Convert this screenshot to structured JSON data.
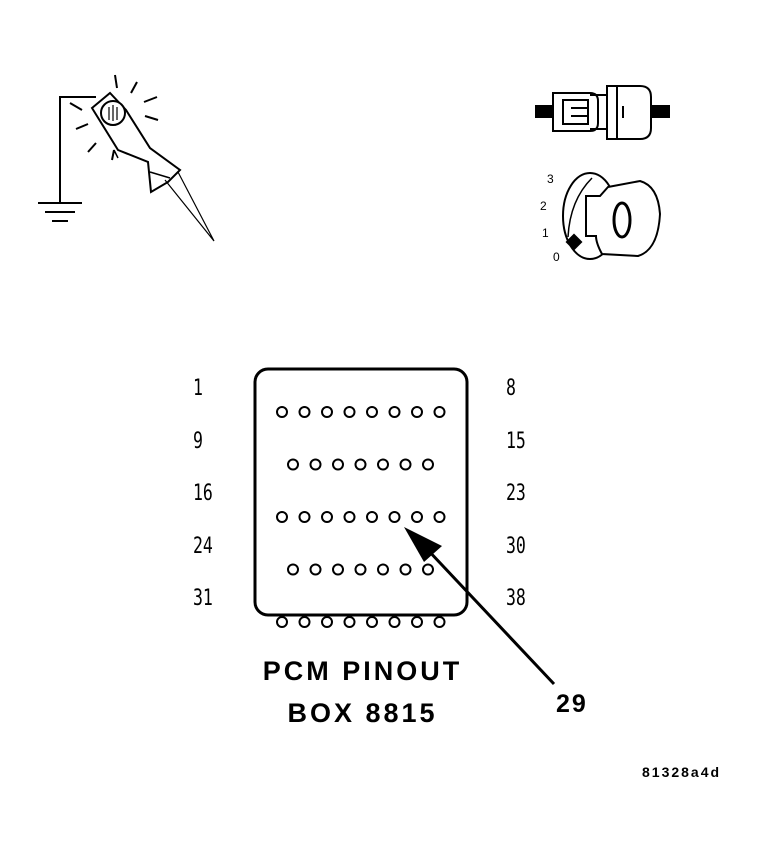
{
  "connector": {
    "title_line1": "PCM PINOUT",
    "title_line2": "BOX 8815",
    "row_start_labels": [
      "1",
      "9",
      "16",
      "24",
      "31"
    ],
    "row_end_labels": [
      "8",
      "15",
      "23",
      "30",
      "38"
    ],
    "row_pin_counts": [
      8,
      7,
      8,
      7,
      8
    ]
  },
  "callout": {
    "pin": "29"
  },
  "ignition_key": {
    "positions": [
      "3",
      "2",
      "1",
      "0"
    ]
  },
  "figure_id": "81328a4d",
  "icons": {
    "test_light": "test-light-icon",
    "ground": "ground-icon",
    "connector_plug": "connector-plug-icon",
    "ignition_key": "ignition-key-icon"
  }
}
